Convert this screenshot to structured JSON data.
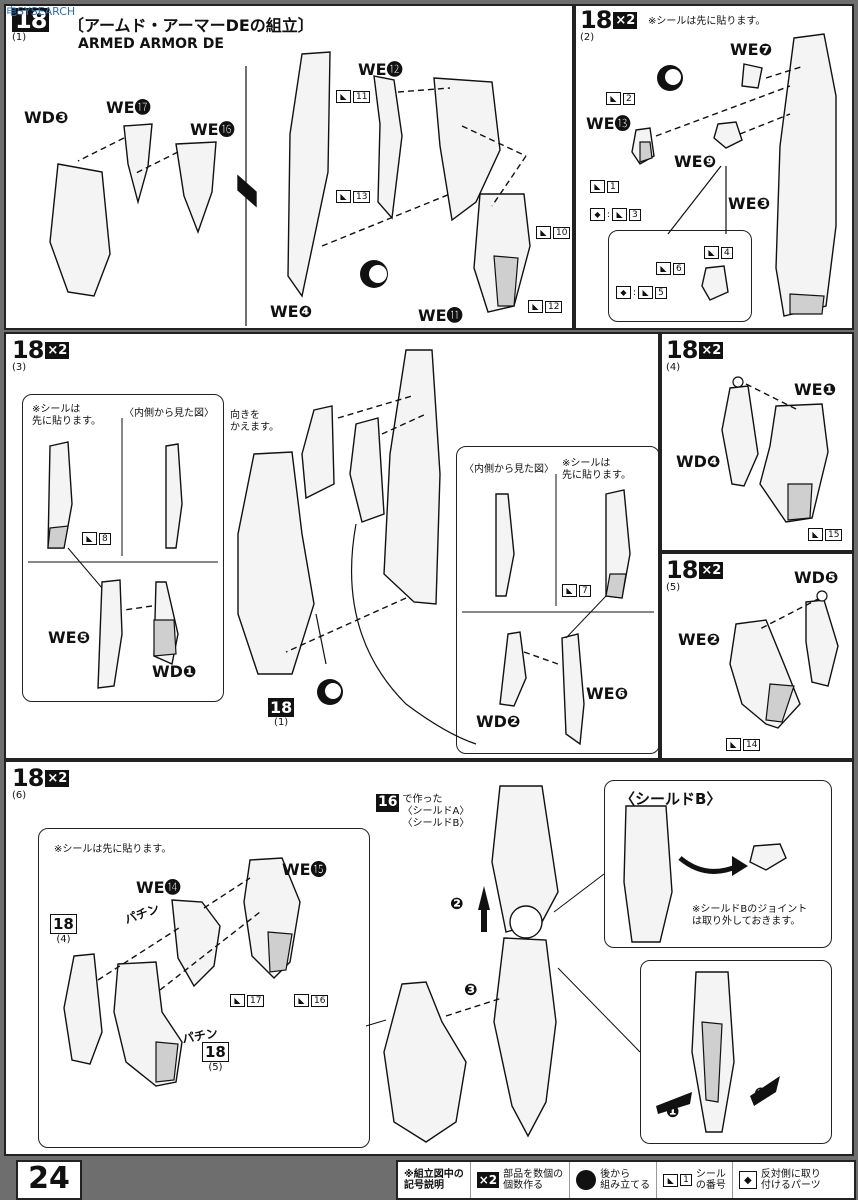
{
  "header": {
    "title_jp": "〔アームド・アーマーDEの組立〕",
    "title_en": "ARMED ARMOR DE",
    "watermark": "电SYSEARCH"
  },
  "step1": {
    "sub": "(1)",
    "labels": [
      "WD❸",
      "WE⓱",
      "WE⓰",
      "WE⓬",
      "WE❹",
      "WE⓫"
    ],
    "stickers": [
      "11",
      "13",
      "10",
      "12"
    ]
  },
  "step2": {
    "num": "18",
    "mult": "×2",
    "sub": "(2)",
    "note": "※シールは先に貼ります。",
    "labels": [
      "WE❼",
      "WE⓭",
      "WE❾",
      "WE❸"
    ],
    "stickers": [
      "2",
      "1",
      "3",
      "4",
      "6",
      "5"
    ]
  },
  "step3": {
    "num": "18",
    "mult": "×2",
    "sub": "(3)",
    "note_left": "※シールは\n先に貼ります。",
    "note_inner": "〈内側から見た図〉",
    "note_turn": "向きを\nかえます。",
    "note_right_inner": "〈内側から見た図〉",
    "note_right": "※シールは\n先に貼ります。",
    "labels": [
      "WE❺",
      "WD❶",
      "WD❷",
      "WE❻"
    ],
    "stickers": [
      "8",
      "7"
    ],
    "ref_num": "18",
    "ref_sub": "(1)"
  },
  "step4": {
    "num": "18",
    "mult": "×2",
    "sub": "(4)",
    "labels": [
      "WE❶",
      "WD❹"
    ],
    "stickers": [
      "15"
    ]
  },
  "step5": {
    "num": "18",
    "mult": "×2",
    "sub": "(5)",
    "labels": [
      "WD❺",
      "WE❷"
    ],
    "stickers": [
      "14"
    ]
  },
  "step6": {
    "num": "18",
    "mult": "×2",
    "sub": "(6)",
    "note": "※シールは先に貼ります。",
    "labels": [
      "WE⓮",
      "WE⓯"
    ],
    "pachin": [
      "パチン",
      "パチン"
    ],
    "stickers": [
      "17",
      "16"
    ],
    "ref_a_num": "18",
    "ref_a_sub": "(4)",
    "ref_b_num": "18",
    "ref_b_sub": "(5)",
    "made_num": "16",
    "made_text": "で作った\n〈シールドA〉\n〈シールドB〉",
    "arrows": [
      "❷",
      "❸",
      "❶",
      "❶"
    ],
    "shield_title": "〈シールドB〉",
    "shield_note": "※シールドBのジョイント\nは取り外しておきます。"
  },
  "footer": {
    "page": "24",
    "legend_title": "※組立図中の\n記号説明",
    "legend": [
      {
        "icon": "×2",
        "text": "部品を数個の\n個数作る"
      },
      {
        "icon": "circle",
        "text": "後から\n組み立てる"
      },
      {
        "icon": "1",
        "text": "シール\nの番号"
      },
      {
        "icon": "flip",
        "text": "反対側に取り\n付けるパーツ"
      }
    ]
  }
}
